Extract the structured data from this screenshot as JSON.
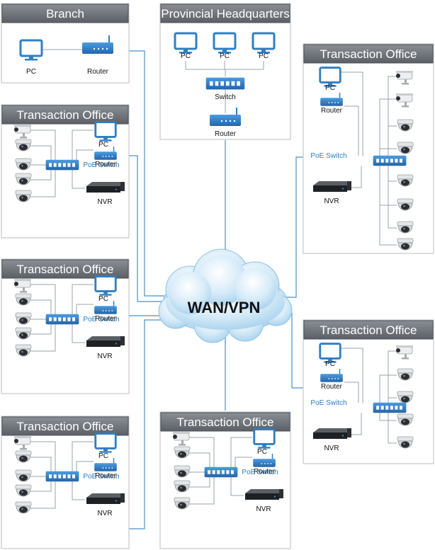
{
  "branch": {
    "title": "Branch",
    "pc_label": "PC",
    "router_label": "Router"
  },
  "headquarters": {
    "title": "Provincial Headquarters",
    "pc_labels": [
      "PC",
      "PC",
      "PC"
    ],
    "switch_label": "Switch",
    "router_label": "Router"
  },
  "cloud": {
    "label": "WAN/VPN"
  },
  "offices": [
    {
      "title": "Transaction Office",
      "pc_label": "PC",
      "router_label": "Router",
      "poe_label": "PoE Switch",
      "nvr_label": "NVR"
    },
    {
      "title": "Transaction Office",
      "pc_label": "PC",
      "router_label": "Router",
      "poe_label": "PoE Switch",
      "nvr_label": "NVR"
    },
    {
      "title": "Transaction Office",
      "pc_label": "PC",
      "router_label": "Router",
      "poe_label": "PoE Switch",
      "nvr_label": "NVR"
    },
    {
      "title": "Transaction Office",
      "pc_label": "PC",
      "router_label": "Router",
      "poe_label": "PoE Switch",
      "nvr_label": "NVR"
    },
    {
      "title": "Transaction Office",
      "pc_label": "PC",
      "router_label": "Router",
      "poe_label": "PoE Switch",
      "nvr_label": "NVR"
    },
    {
      "title": "Transaction Office",
      "pc_label": "PC",
      "router_label": "Router",
      "poe_label": "PoE Switch",
      "nvr_label": "NVR"
    }
  ],
  "colors": {
    "title_bar": "#6d7278",
    "device_blue": "#2f7fc3",
    "link_blue": "#4a90c8",
    "poe_text": "#2a7fc0"
  }
}
